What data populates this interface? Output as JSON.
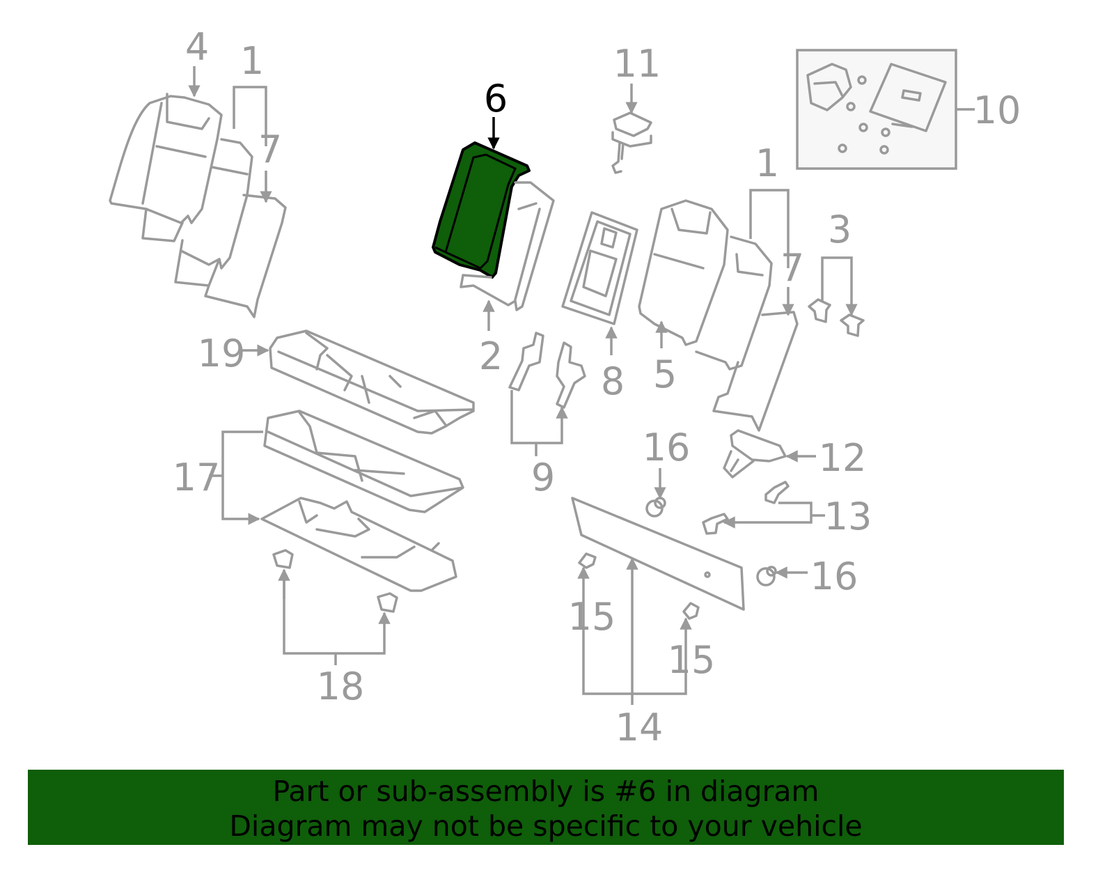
{
  "diagram": {
    "highlighted_part": "6",
    "highlight_color": "#0f5e0a",
    "callouts": {
      "c4": "4",
      "c1a": "1",
      "c7a": "7",
      "c6": "6",
      "c11": "11",
      "c10": "10",
      "c1b": "1",
      "c3": "3",
      "c7b": "7",
      "c19": "19",
      "c2": "2",
      "c8": "8",
      "c5": "5",
      "c16a": "16",
      "c12": "12",
      "c17": "17",
      "c9": "9",
      "c13": "13",
      "c16b": "16",
      "c15a": "15",
      "c15b": "15",
      "c18": "18",
      "c14": "14"
    }
  },
  "banner": {
    "line1": "Part or sub-assembly is #6 in diagram",
    "line2": "Diagram may not be specific to your vehicle",
    "color": "#0f5e0a"
  }
}
